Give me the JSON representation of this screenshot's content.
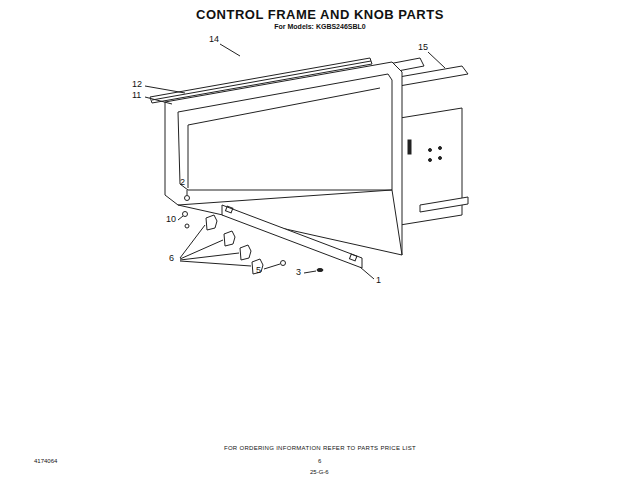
{
  "diagram": {
    "title": "CONTROL FRAME AND KNOB PARTS",
    "caption": "FOR ORDERING INFORMATION REFER TO PARTS PRICE LIST",
    "labels": [
      "For Models: KGBS246SBL0",
      "14",
      "15",
      "12",
      "11",
      "2",
      "10",
      "6",
      "5",
      "3",
      "1",
      "4174064",
      "6",
      "25-G-6"
    ]
  }
}
